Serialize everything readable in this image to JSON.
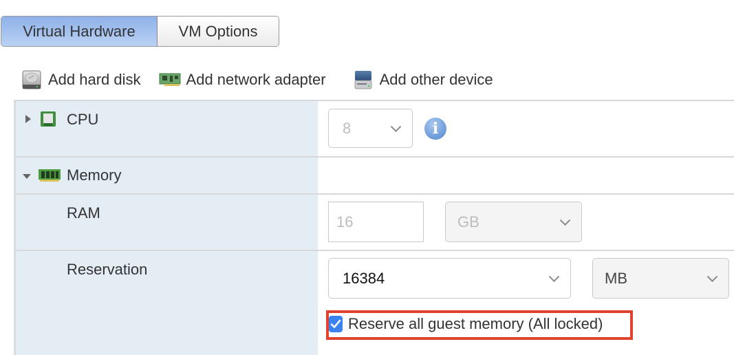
{
  "tabs": [
    {
      "label": "Virtual Hardware",
      "active": true
    },
    {
      "label": "VM Options",
      "active": false
    }
  ],
  "toolbar": {
    "add_hard_disk": {
      "label": "Add hard disk",
      "icon": "hard-disk-icon"
    },
    "add_network_adapter": {
      "label": "Add network adapter",
      "icon": "network-card-icon"
    },
    "add_other_device": {
      "label": "Add other device",
      "icon": "other-device-icon"
    }
  },
  "hardware": {
    "cpu": {
      "label": "CPU",
      "expanded": false,
      "value": "8",
      "disabled": true,
      "info_icon": "info-icon"
    },
    "memory": {
      "label": "Memory",
      "expanded": true,
      "ram": {
        "label": "RAM",
        "value": "16",
        "unit": "GB",
        "disabled": true
      },
      "reservation": {
        "label": "Reservation",
        "value": "16384",
        "unit": "MB",
        "reserve_all": {
          "label": "Reserve all guest memory (All locked)",
          "checked": true
        }
      }
    }
  },
  "colors": {
    "active_tab": "#a7c3f0",
    "label_column": "#e4ecf4",
    "highlight_border": "#e2432e",
    "checkbox": "#3b82f0",
    "info_icon": "#4f86cf"
  }
}
